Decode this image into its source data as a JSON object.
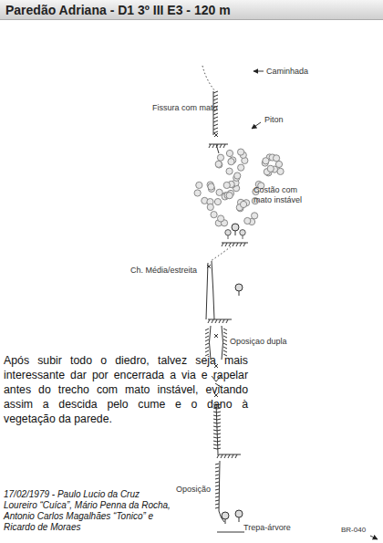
{
  "diagram": {
    "title": "Paredão Adriana - D1 3º III E3 - 120 m",
    "labels": [
      "Caminhada",
      "Fissura com mato",
      "Piton",
      "Costão com mato instável",
      "Ch. Média/estreita",
      "Oposiçao dupla",
      "Oposição",
      "Trepa-árvore",
      "BR-040",
      "Após subir todo o diedro, talvez seja mais interessante dar por encerrada a via e rapelar antes do trecho com mato instável, evitando assim a descida pelo cume e o dano à vegetação da parede.",
      "17/02/1979 - Paulo Lucio da Cruz Loureiro “Cuíca”, Mário Penna da Rocha, Antonio Carlos Magalhães “Tonico” e Ricardo de Moraes"
    ]
  }
}
